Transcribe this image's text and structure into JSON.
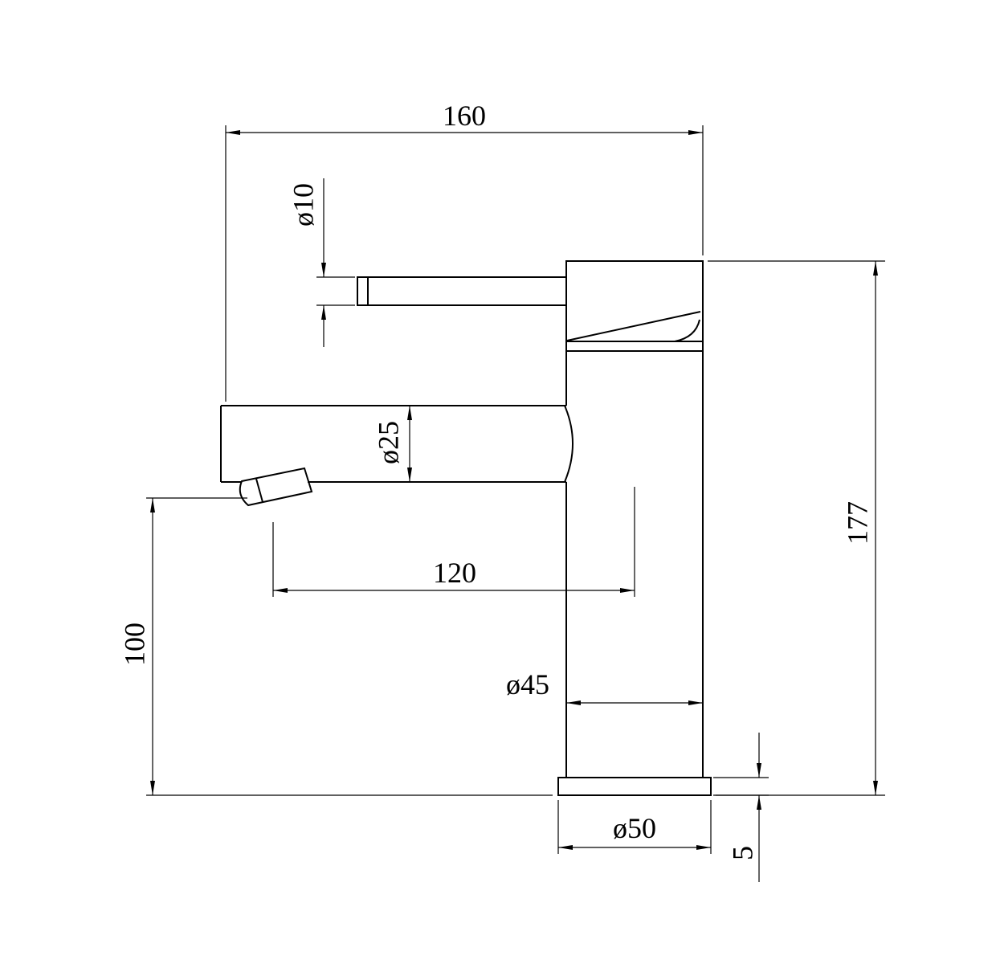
{
  "drawing": {
    "type": "technical-dimension-drawing",
    "subject": "basin-mixer-faucet-side-elevation",
    "colors": {
      "line": "#000000",
      "background": "#ffffff"
    },
    "labels": {
      "overall_width": "160",
      "handle_dia": "ø10",
      "spout_dia": "ø25",
      "spout_reach": "120",
      "spout_height": "100",
      "body_dia": "ø45",
      "overall_height": "177",
      "base_dia": "ø50",
      "base_thickness": "5"
    }
  }
}
